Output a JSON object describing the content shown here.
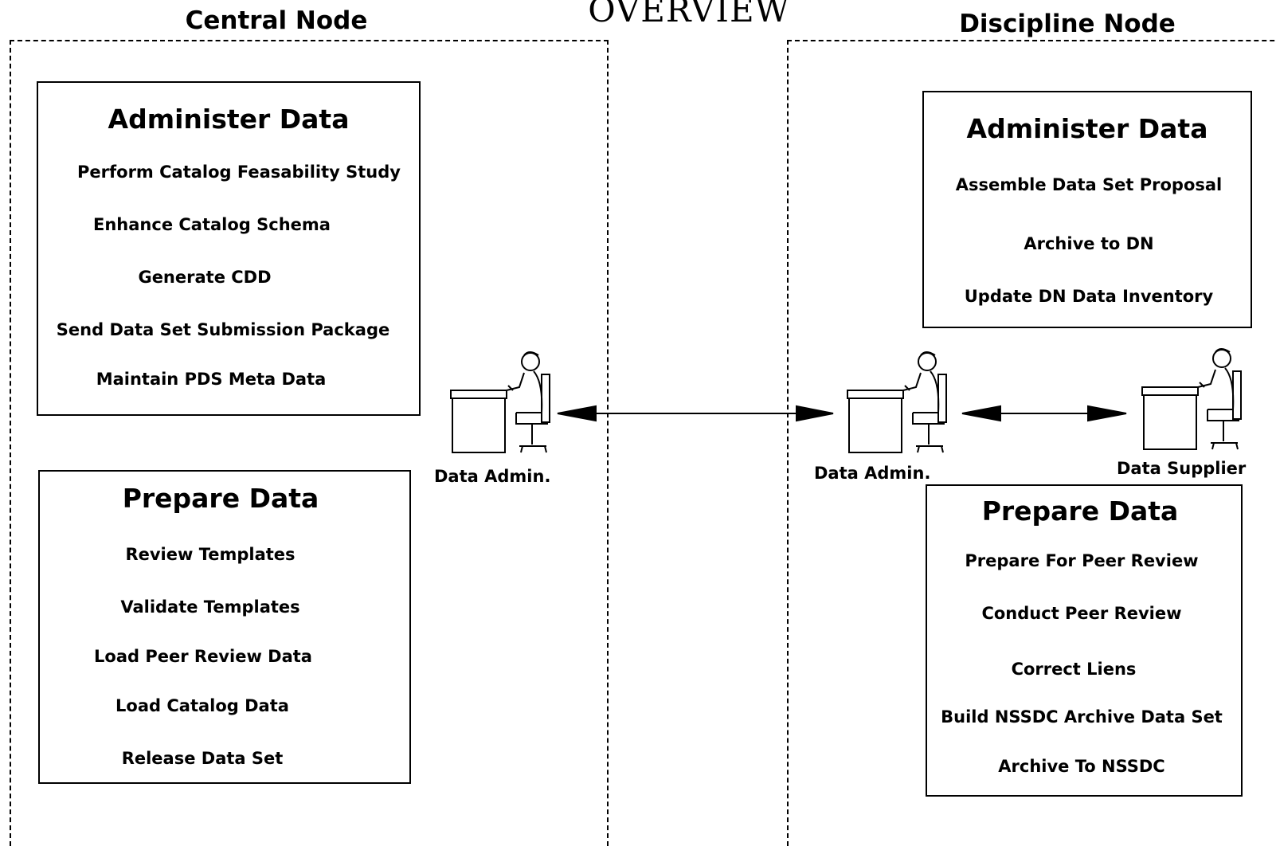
{
  "title": "OVERVIEW",
  "central_node": {
    "label": "Central Node",
    "administer": {
      "title": "Administer Data",
      "items": [
        "Perform Catalog Feasability Study",
        "Enhance Catalog Schema",
        "Generate CDD",
        "Send Data Set Submission Package",
        "Maintain PDS Meta Data"
      ]
    },
    "prepare": {
      "title": "Prepare Data",
      "items": [
        "Review Templates",
        "Validate Templates",
        "Load Peer Review Data",
        "Load Catalog Data",
        "Release Data Set"
      ]
    },
    "actor": "Data Admin."
  },
  "discipline_node": {
    "label": "Discipline Node",
    "administer": {
      "title": "Administer Data",
      "items": [
        "Assemble Data Set Proposal",
        "Archive to DN",
        "Update DN Data Inventory"
      ]
    },
    "prepare": {
      "title": "Prepare Data",
      "items": [
        "Prepare For Peer Review",
        "Conduct Peer Review",
        "Correct Liens",
        "Build NSSDC Archive Data Set",
        "Archive To NSSDC"
      ]
    },
    "actors": [
      "Data Admin.",
      "Data Supplier"
    ]
  }
}
